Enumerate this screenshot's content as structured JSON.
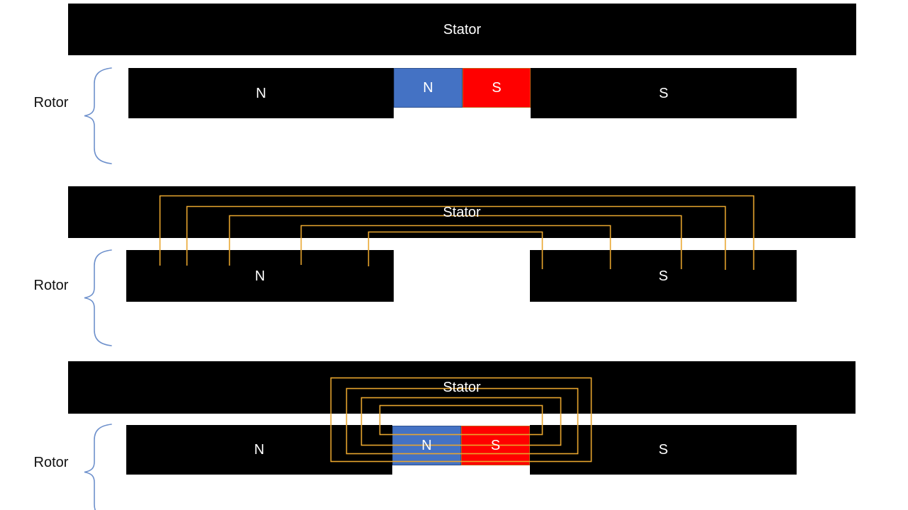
{
  "colors": {
    "stator_bar": "#000000",
    "rotor_bar": "#000000",
    "magnet_blue": "#4472C4",
    "magnet_blue_border": "#2F528F",
    "magnet_red": "#FF0000",
    "magnet_red_border": "#C55A11",
    "winding_gold": "#E9A62E",
    "brace_blue": "#6D90CC",
    "label_on_bar": "#FFFFFF",
    "label_text": "#111111"
  },
  "panels": [
    {
      "stator_label": "Stator",
      "rotor_label": "Rotor",
      "poles": {
        "left": "N",
        "magnet_n": "N",
        "magnet_s": "S",
        "right": "S"
      }
    },
    {
      "stator_label": "Stator",
      "rotor_label": "Rotor",
      "poles": {
        "left": "N",
        "right": "S"
      }
    },
    {
      "stator_label": "Stator",
      "rotor_label": "Rotor",
      "poles": {
        "left": "N",
        "magnet_n": "N",
        "magnet_s": "S",
        "right": "S"
      }
    }
  ]
}
